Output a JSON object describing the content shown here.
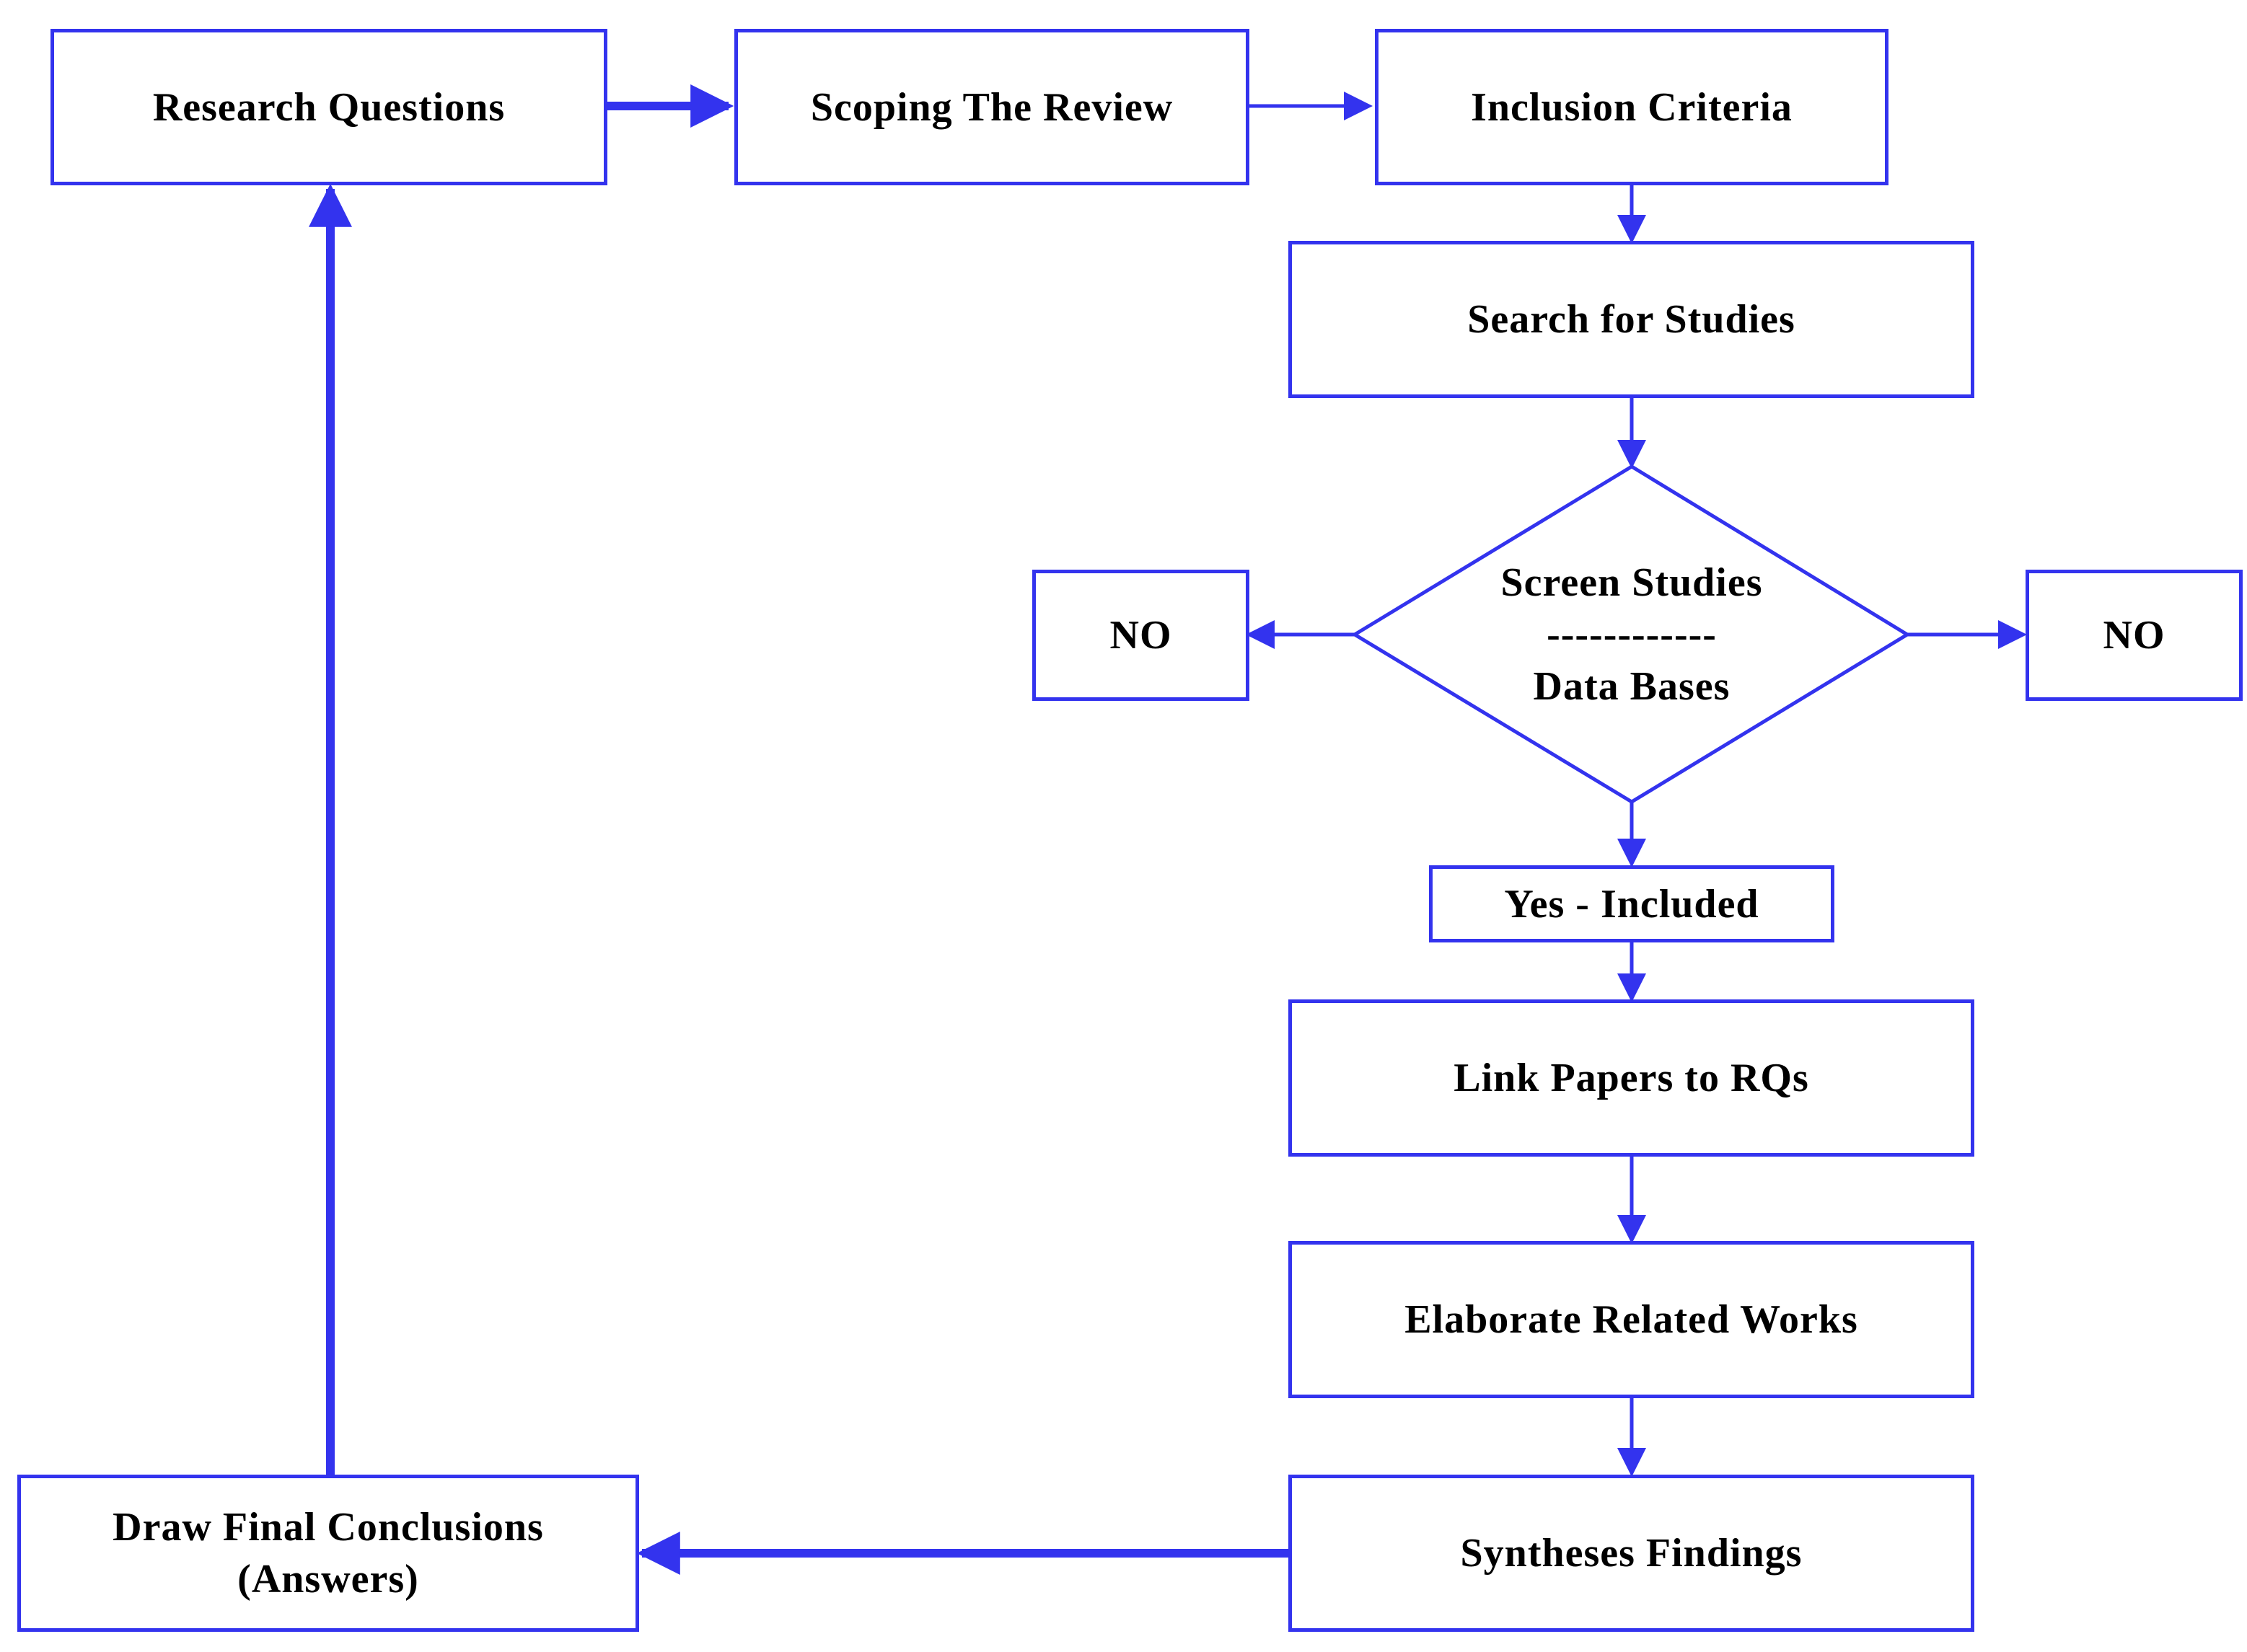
{
  "colors": {
    "line": "#3333ee",
    "text": "#000000",
    "background": "#ffffff"
  },
  "nodes": {
    "research_questions": "Research Questions",
    "scoping": "Scoping The Review",
    "inclusion": "Inclusion Criteria",
    "search": "Search for Studies",
    "screen": {
      "line1": "Screen Studies",
      "separator": "------------",
      "line2": "Data Bases"
    },
    "no_left": "NO",
    "no_right": "NO",
    "yes_included": "Yes - Included",
    "link_papers": "Link Papers to RQs",
    "elaborate": "Elaborate Related Works",
    "syntheses": "Syntheses Findings",
    "conclusions": {
      "line1": "Draw Final Conclusions",
      "line2": "(Answers)"
    }
  }
}
